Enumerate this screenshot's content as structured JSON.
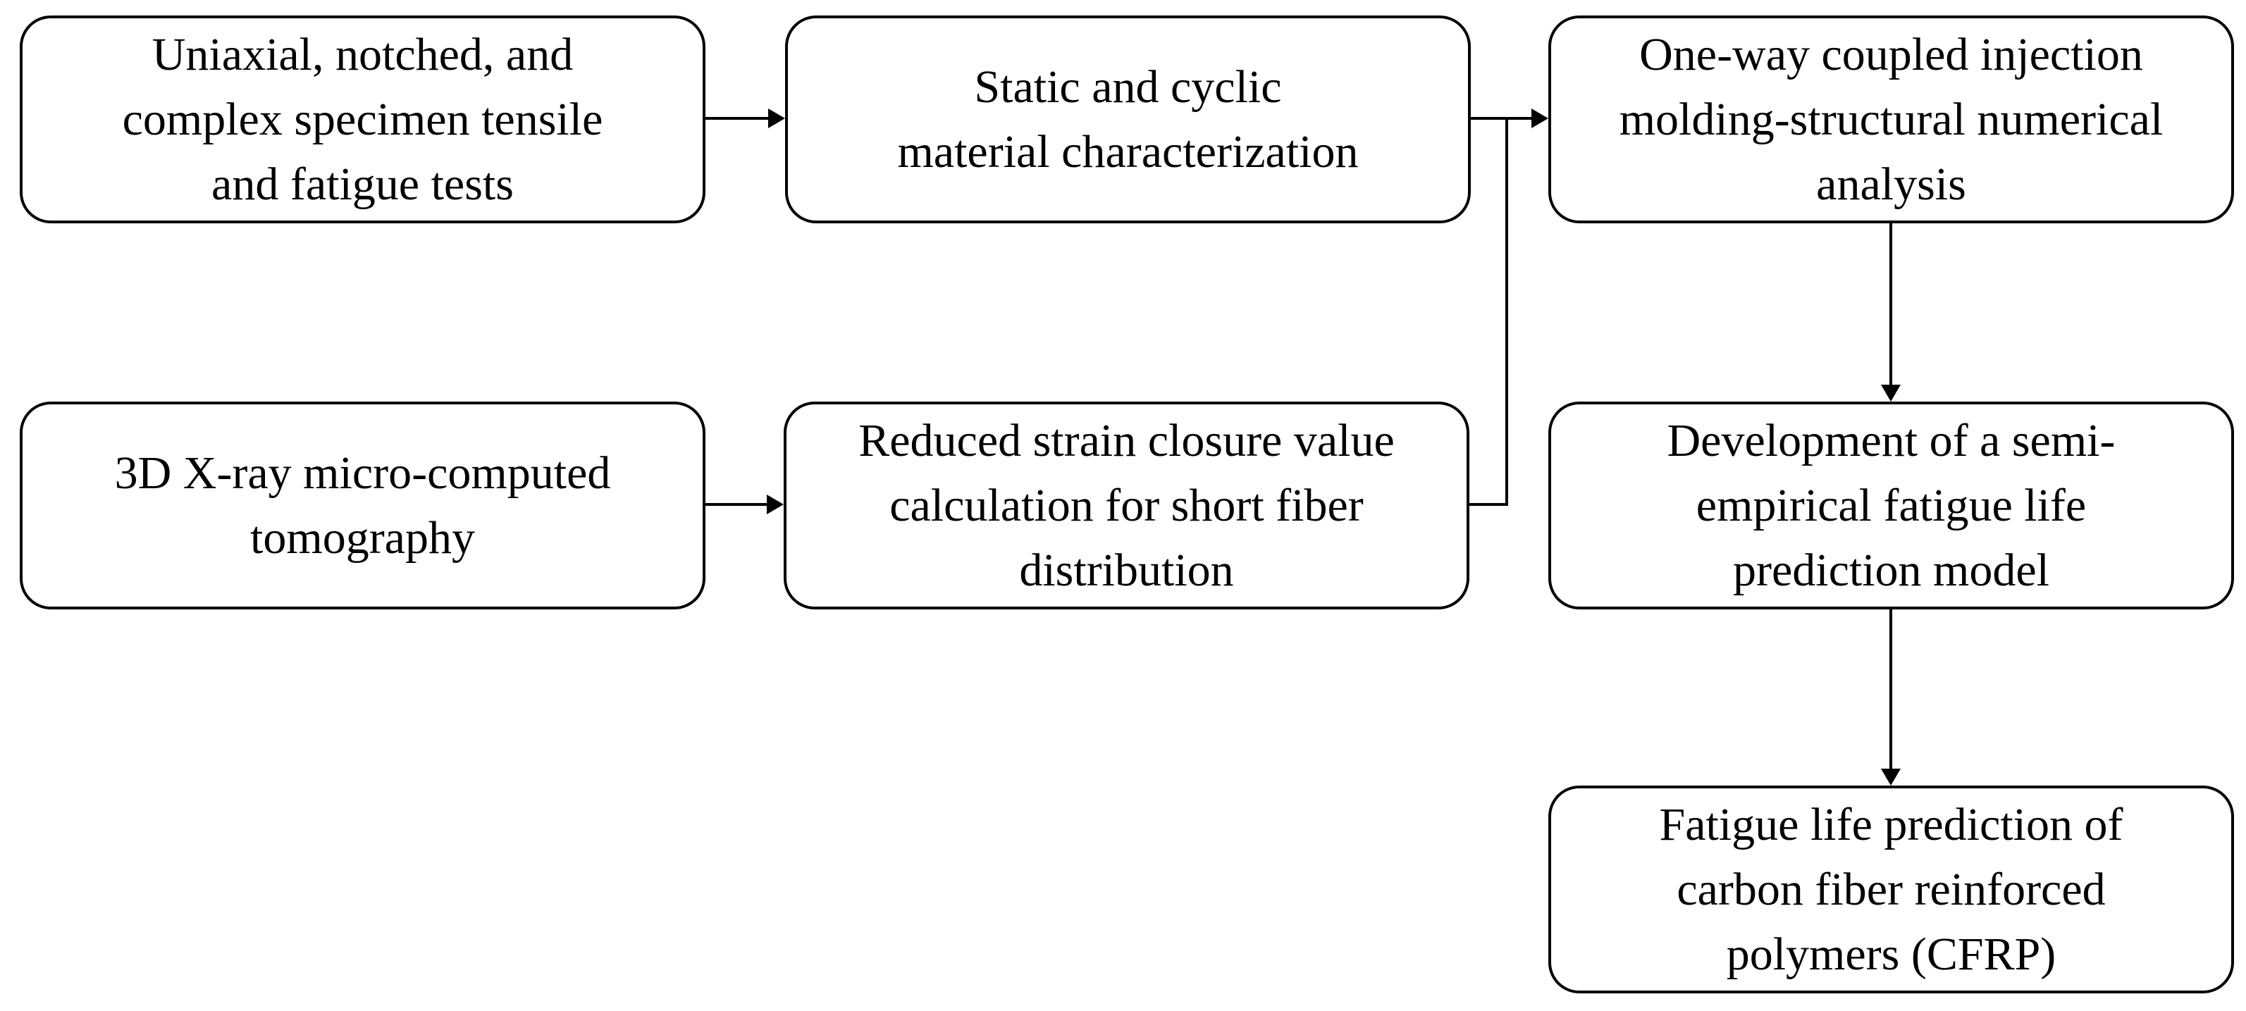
{
  "diagram": {
    "boxes": {
      "tests": [
        "Uniaxial, notched, and",
        "complex specimen tensile",
        "and fatigue tests"
      ],
      "characterization": [
        "Static and cyclic",
        "material characterization"
      ],
      "analysis": [
        "One-way coupled injection",
        "molding-structural numerical",
        "analysis"
      ],
      "tomography": [
        "3D X-ray micro-computed",
        "tomography"
      ],
      "strain_closure": [
        "Reduced strain closure value",
        "calculation for short fiber",
        "distribution"
      ],
      "model": [
        "Development of a semi-",
        "empirical fatigue life",
        "prediction model"
      ],
      "prediction": [
        "Fatigue life prediction of",
        "carbon fiber reinforced",
        "polymers (CFRP)"
      ]
    },
    "stroke_color": "#000000",
    "background_color": "#ffffff"
  }
}
